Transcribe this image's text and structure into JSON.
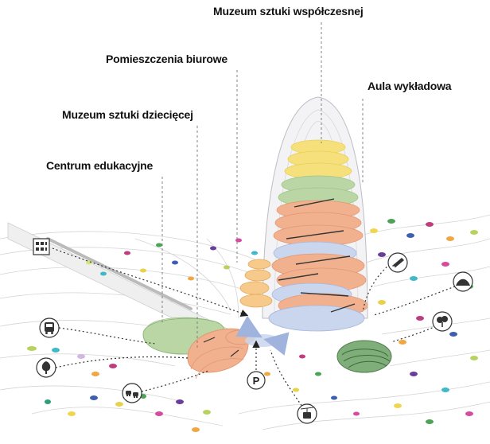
{
  "labels": {
    "modern_art_museum": "Muzeum sztuki współczesnej",
    "offices": "Pomieszczenia biurowe",
    "lecture_hall": "Aula wykładowa",
    "children_art_museum": "Muzeum sztuki dziecięcej",
    "education_center": "Centrum edukacyjne"
  },
  "parking_symbol": "P",
  "icons": [
    "building-icon",
    "bus-icon",
    "tree-icon",
    "cars-icon",
    "parking-icon",
    "cable-car-icon",
    "tram-icon",
    "hill-icon",
    "forest-icon"
  ],
  "colors": {
    "green_zone": "#b9d6a4",
    "orange_zone": "#f2b18e",
    "yellow_zone": "#f5e07c",
    "light_orange_zone": "#f7c98a",
    "blue_zone": "#c9d6ee",
    "dark_green_zone": "#7fae7a",
    "line_color": "#444444"
  }
}
